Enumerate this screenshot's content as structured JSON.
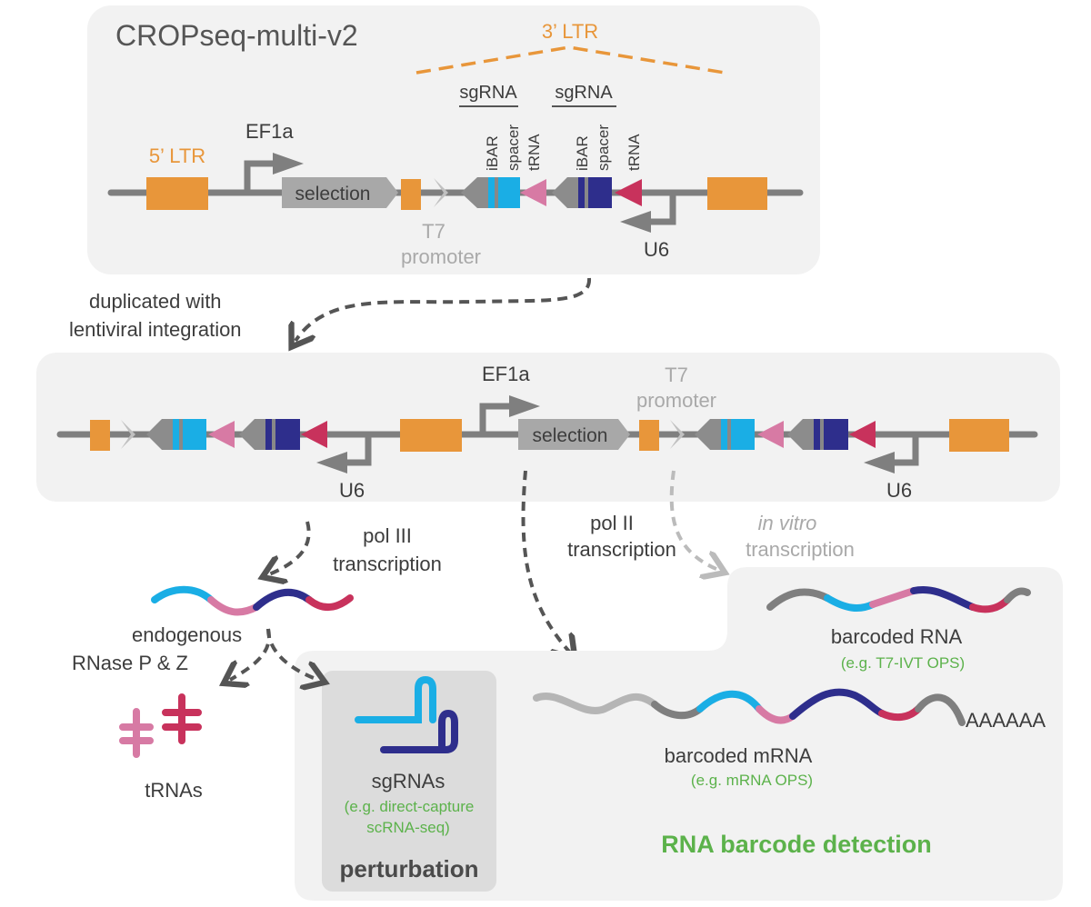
{
  "construct": {
    "title": "CROPseq-multi-v2",
    "ltr3": "3’ LTR",
    "ltr5": "5’ LTR",
    "ef1a": "EF1a",
    "selection": "selection",
    "sgrna_1": "sgRNA",
    "sgrna_2": "sgRNA",
    "ibar": "iBAR",
    "spacer": "spacer",
    "trna": "tRNA",
    "t7": "T7",
    "promoter": "promoter",
    "u6": "U6"
  },
  "integration": {
    "line1": "duplicated with",
    "line2": "lentiviral integration"
  },
  "integrated": {
    "ef1a": "EF1a",
    "selection": "selection",
    "t7": "T7",
    "promoter": "promoter",
    "u6_left": "U6",
    "u6_right": "U6"
  },
  "transcription": {
    "pol3_line1": "pol III",
    "pol3_line2": "transcription",
    "pol2_line1": "pol II",
    "pol2_line2": "transcription",
    "ivt_line1": "in vitro",
    "ivt_line2": "transcription"
  },
  "products": {
    "rnase_line1": "endogenous",
    "rnase_line2": "RNase P & Z",
    "trnas": "tRNAs",
    "sgrnas": "sgRNAs",
    "sgrnas_note1": "(e.g. direct-capture",
    "sgrnas_note2": "scRNA-seq)",
    "perturbation": "perturbation",
    "barcoded_rna": "barcoded RNA",
    "barcoded_rna_note": "(e.g. T7-IVT OPS)",
    "barcoded_mrna": "barcoded mRNA",
    "barcoded_mrna_note": "(e.g. mRNA OPS)",
    "polya": "AAAAAA",
    "detection": "RNA barcode detection"
  },
  "colors": {
    "ltr": "#e8963a",
    "backbone": "#7f7f7f",
    "cyan": "#1aaee5",
    "navy": "#2e2e8c",
    "pink": "#d77aa4",
    "crimson": "#c8325c",
    "grey_element": "#a8a8a8",
    "panel": "#f2f2f2",
    "green_text": "#5cb24b"
  }
}
